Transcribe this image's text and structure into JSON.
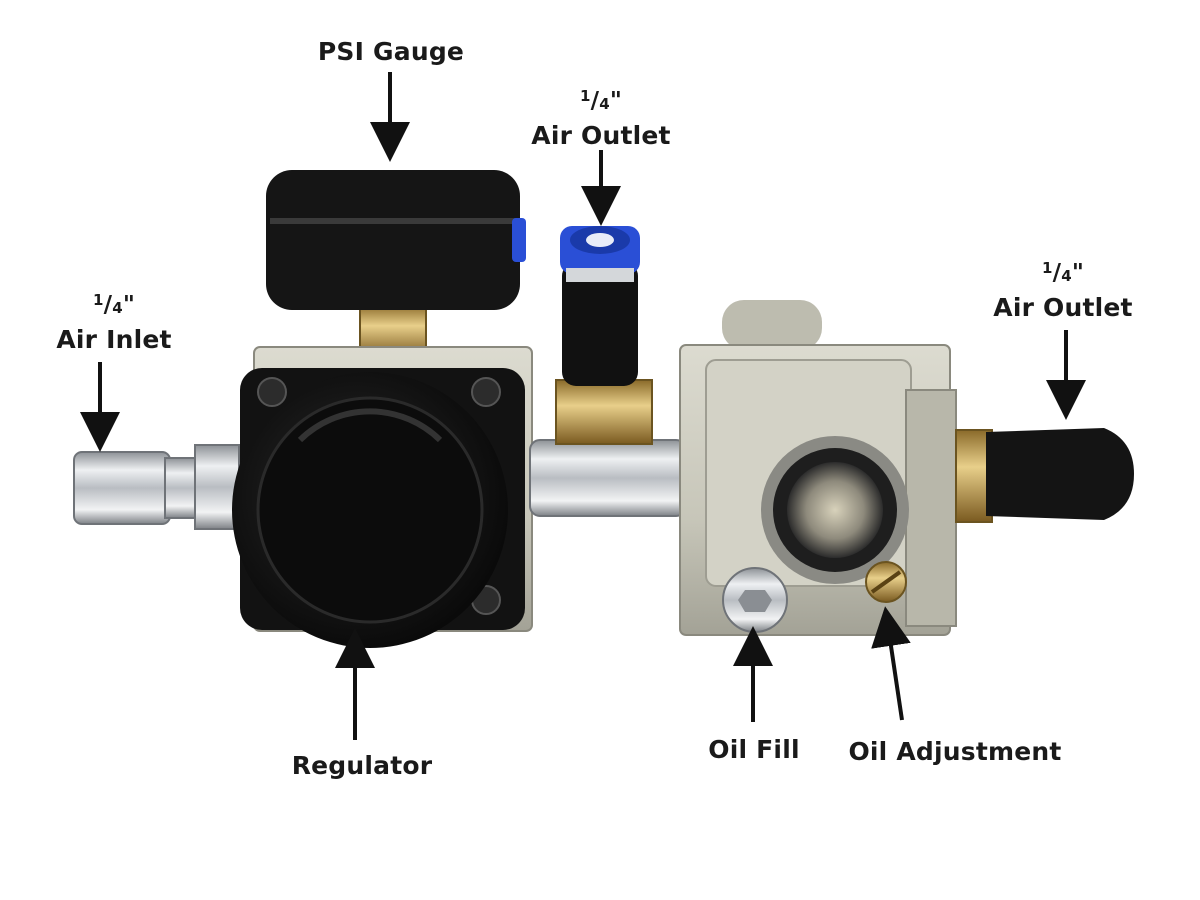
{
  "labels": {
    "psi_gauge": "PSI Gauge",
    "center_outlet": {
      "size_num": "1",
      "size_den": "4",
      "size_mark": "\"",
      "name": "Air Outlet"
    },
    "air_inlet": {
      "size_num": "1",
      "size_den": "4",
      "size_mark": "\"",
      "name": "Air Inlet"
    },
    "right_outlet": {
      "size_num": "1",
      "size_den": "4",
      "size_mark": "\"",
      "name": "Air Outlet"
    },
    "regulator": "Regulator",
    "oil_fill": "Oil Fill",
    "oil_adjustment": "Oil Adjustment"
  },
  "colors": {
    "body_metal": "#c9c8bc",
    "body_shadow": "#9e9d92",
    "black_plastic": "#151515",
    "brass": "#c9a65a",
    "chrome": "#d4d7da",
    "blue_collet": "#2a4fd6",
    "arrow": "#111111"
  }
}
